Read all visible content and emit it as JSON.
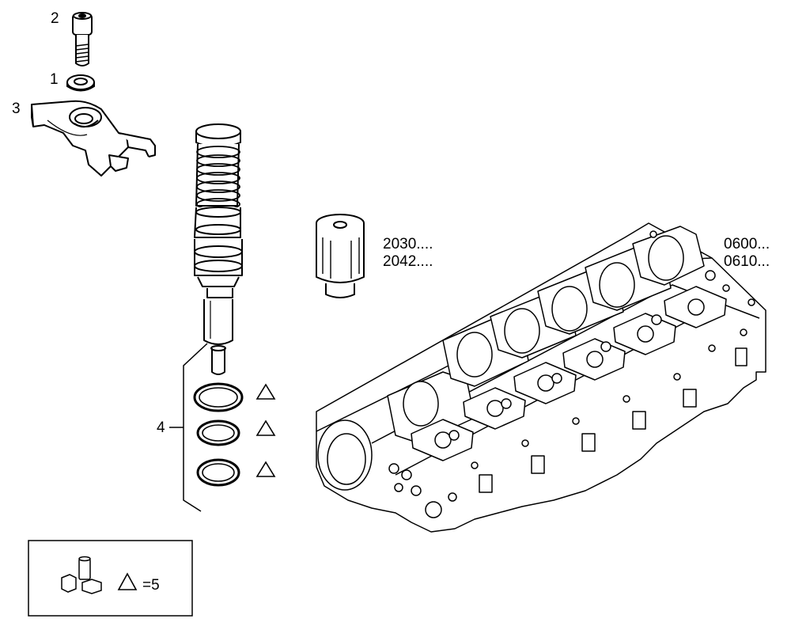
{
  "callouts": {
    "seal_ring": "1",
    "bolt": "2",
    "bracket": "3",
    "injector_kit": "4"
  },
  "references": {
    "injector_cap": [
      "2030....",
      "2042...."
    ],
    "cylinder_head": [
      "0600...",
      "0610..."
    ]
  },
  "legend": {
    "quantity_text": "=5"
  },
  "colors": {
    "line": "#000000",
    "part_fill": "#ffffff",
    "shade": "#e8e8e8"
  }
}
